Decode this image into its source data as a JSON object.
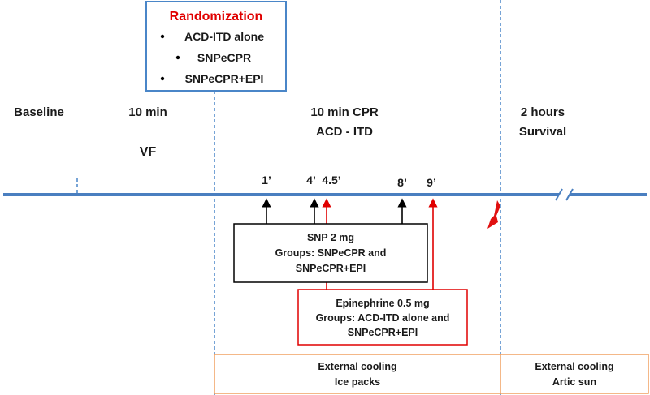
{
  "randomization": {
    "title": "Randomization",
    "items": [
      "ACD-ITD alone",
      "SNPeCPR",
      "SNPeCPR+EPI"
    ]
  },
  "phases": {
    "baseline": "Baseline",
    "vf_duration": "10 min",
    "vf_label": "VF",
    "cpr_line1": "10 min CPR",
    "cpr_line2": "ACD - ITD",
    "survival_line1": "2 hours",
    "survival_line2": "Survival"
  },
  "timepoints": {
    "t1": "1’",
    "t4": "4’",
    "t45": "4.5’",
    "t8": "8’",
    "t9": "9’"
  },
  "snp_box": {
    "line1": "SNP 2 mg",
    "line2": "Groups: SNPeCPR and",
    "line3": "SNPeCPR+EPI"
  },
  "epi_box": {
    "line1": "Epinephrine 0.5 mg",
    "line2": "Groups: ACD-ITD alone and",
    "line3": "SNPeCPR+EPI"
  },
  "cooling": {
    "left_line1": "External cooling",
    "left_line2": "Ice packs",
    "right_line1": "External cooling",
    "right_line2": "Artic sun"
  },
  "colors": {
    "timeline": "#4a7fc0",
    "randomization_border": "#4a86c8",
    "red": "#e00000",
    "cooling_border": "#f0a060"
  }
}
